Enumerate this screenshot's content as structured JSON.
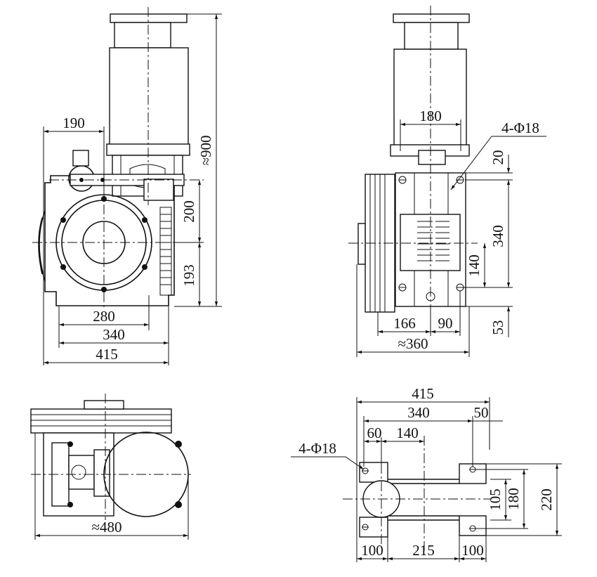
{
  "front_view": {
    "dim_190": "190",
    "dim_900": "≈900",
    "dim_200": "200",
    "dim_193": "193",
    "dim_280": "280",
    "dim_340": "340",
    "dim_415": "415"
  },
  "side_view": {
    "dim_180": "180",
    "hole_label": "4-Φ18",
    "dim_20": "20",
    "dim_340": "340",
    "dim_140": "140",
    "dim_53": "53",
    "dim_166": "166",
    "dim_90": "90",
    "dim_360": "≈360"
  },
  "top_view": {
    "dim_480": "≈480"
  },
  "base_view": {
    "dim_415": "415",
    "dim_340": "340",
    "dim_50": "50",
    "dim_60": "60",
    "dim_140": "140",
    "hole_label": "4-Φ18",
    "dim_105": "105",
    "dim_180": "180",
    "dim_220": "220",
    "dim_100_left": "100",
    "dim_215": "215",
    "dim_100_right": "100"
  }
}
